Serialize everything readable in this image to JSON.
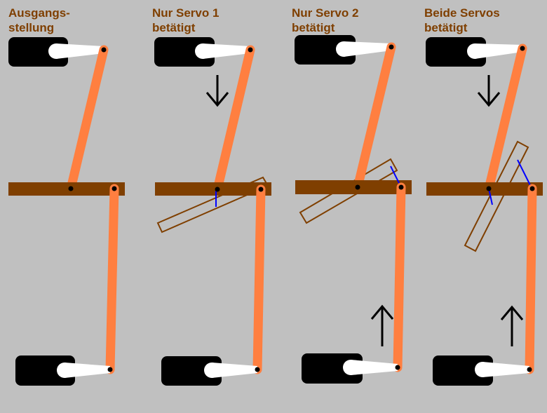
{
  "panels": [
    {
      "title_line1": "Ausgangs-",
      "title_line2": "stellung"
    },
    {
      "title_line1": "Nur Servo 1",
      "title_line2": "betätigt"
    },
    {
      "title_line1": "Nur Servo 2",
      "title_line2": "betätigt"
    },
    {
      "title_line1": "Beide Servos",
      "title_line2": "betätigt"
    }
  ],
  "colors": {
    "background": "#c0c0c0",
    "title": "#7f3f00",
    "link": "#ff7f40",
    "bar": "#7f3f00",
    "axis": "#0000ff"
  }
}
